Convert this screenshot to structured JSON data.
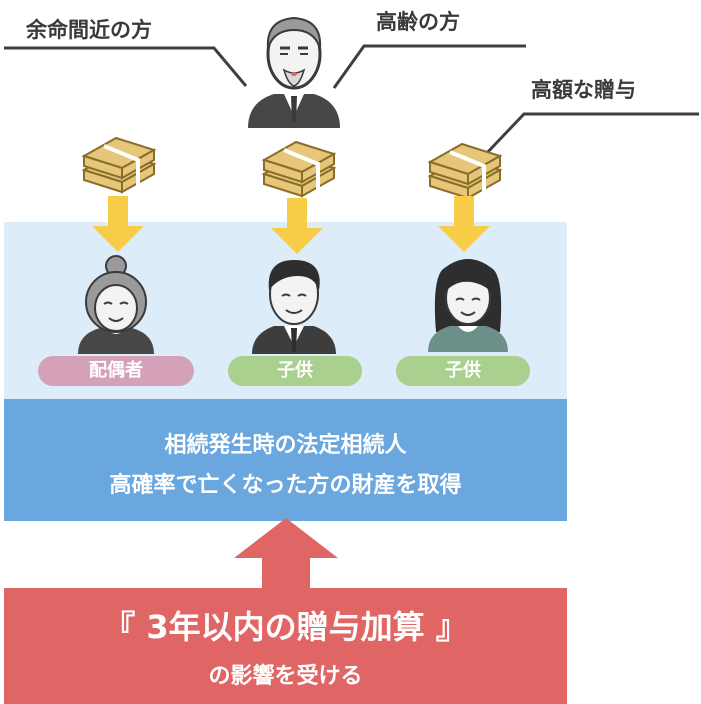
{
  "callouts": {
    "near_death": "余命間近の方",
    "elderly": "高齢の方",
    "large_gift": "高額な贈与"
  },
  "heirs": [
    {
      "label": "配偶者",
      "color": "#d4a1b9"
    },
    {
      "label": "子供",
      "color": "#a9d08e"
    },
    {
      "label": "子供",
      "color": "#a9d08e"
    }
  ],
  "heirs_panel": {
    "line1": "相続発生時の法定相続人",
    "line2": "高確率で亡くなった方の財産を取得"
  },
  "rule_panel": {
    "title": "『 3年以内の贈与加算 』",
    "subtitle": "の影響を受ける"
  },
  "colors": {
    "arrow_yellow": "#f7cc46",
    "arrow_red": "#e06666",
    "heirs_blue": "#6aa7de",
    "panel_light": "#dcecf9",
    "money": "#e6c77a"
  }
}
